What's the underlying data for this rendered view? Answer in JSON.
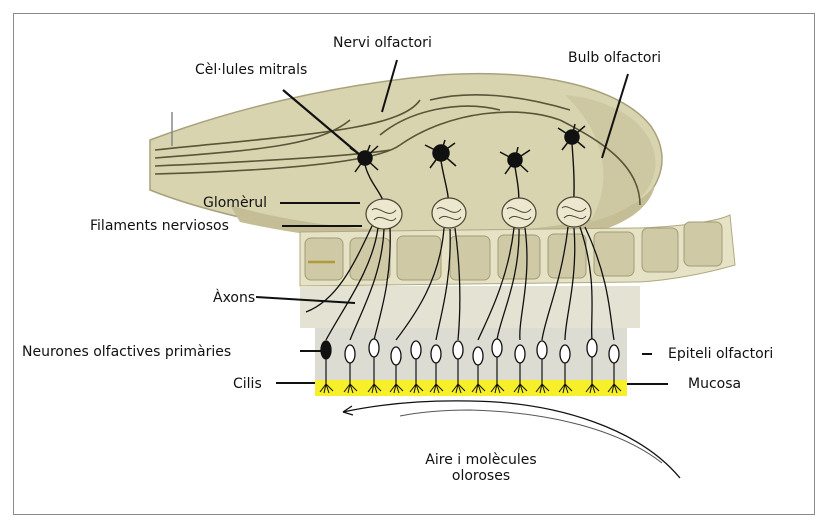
{
  "labels": {
    "nervi_olfactori": "Nervi olfactori",
    "bulb_olfactori": "Bulb olfactori",
    "cellules_mitrals": "Cèl·lules mitrals",
    "glomerul": "Glomèrul",
    "filaments_nerviosos": "Filaments nerviosos",
    "axons": "Àxons",
    "neurones_olfactives": "Neurones olfactives primàries",
    "cilis": "Cilis",
    "epiteli_olfactori": "Epiteli olfactori",
    "mucosa": "Mucosa",
    "aire_line1": "Aire i molècules",
    "aire_line2": "oloroses"
  },
  "colors": {
    "bulb_fill": "#d9d4b0",
    "bulb_shade": "#c4bd95",
    "bone_fill": "#e6e2c6",
    "bone_speckle": "#b9b391",
    "epithelium_fill": "#dcdcd2",
    "mucus_yellow": "#f6ef2a",
    "neuron_ink": "#111111",
    "label_ink": "#111111",
    "frame_border": "#8a8a8a"
  }
}
